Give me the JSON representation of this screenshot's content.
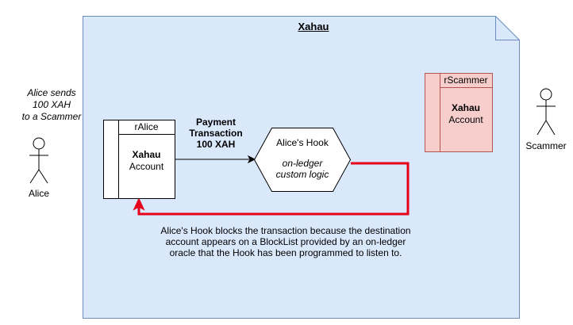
{
  "container": {
    "title": "Xahau"
  },
  "alice": {
    "caption": [
      "Alice sends",
      "100 XAH",
      "to a Scammer"
    ],
    "label": "Alice"
  },
  "scammer": {
    "label": "Scammer"
  },
  "alice_account": {
    "header": "rAlice",
    "line1": "Xahau",
    "line2": "Account"
  },
  "scammer_account": {
    "header": "rScammer",
    "line1": "Xahau",
    "line2": "Account"
  },
  "payment": {
    "line1": "Payment",
    "line2": "Transaction",
    "line3": "100 XAH"
  },
  "hook": {
    "title": "Alice's Hook",
    "line1": "on-ledger",
    "line2": "custom logic"
  },
  "explanation": [
    "Alice's Hook blocks the transaction because the destination",
    "account appears on a BlockList provided by an on-ledger",
    "oracle that the Hook has been programmed to listen to."
  ],
  "colors": {
    "container_fill": "#dae8fc",
    "container_stroke": "#6c8ebf",
    "scammer_fill": "#f8cecc",
    "scammer_stroke": "#b85450",
    "block_arrow": "#e6001a"
  }
}
